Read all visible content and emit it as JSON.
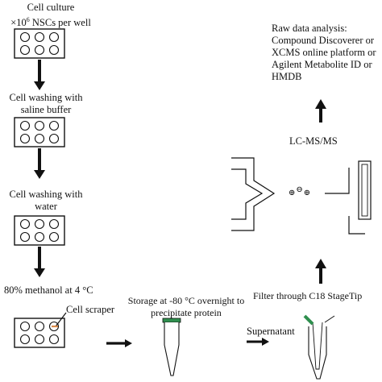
{
  "steps": {
    "culture_line1": "Cell culture",
    "culture_line2_prefix": "×10",
    "culture_line2_sup": "6",
    "culture_line2_suffix": " NSCs per well",
    "saline_line1": "Cell washing with",
    "saline_line2": "saline buffer",
    "water_line1": "Cell washing with",
    "water_line2": "water",
    "methanol": "80% methanol at 4 °C",
    "scraper": "Cell scraper",
    "storage_line1": "Storage at -80 °C overnight to",
    "storage_line2": "precipitate protein",
    "supernatant": "Supernatant",
    "filter": "Filter through C18 StageTip",
    "lcms": "LC-MS/MS",
    "analysis_line1": "Raw data analysis:",
    "analysis_line2": "Compound Discoverer or",
    "analysis_line3": "XCMS online platform or",
    "analysis_line4": "Agilent Metabolite ID or",
    "analysis_line5": "HMDB"
  },
  "ions": [
    "⊕",
    "⊖",
    "⊕"
  ],
  "colors": {
    "ink": "#111111",
    "tube_cap": "#2f8f4e",
    "scraper_tip": "#d98a4a"
  }
}
